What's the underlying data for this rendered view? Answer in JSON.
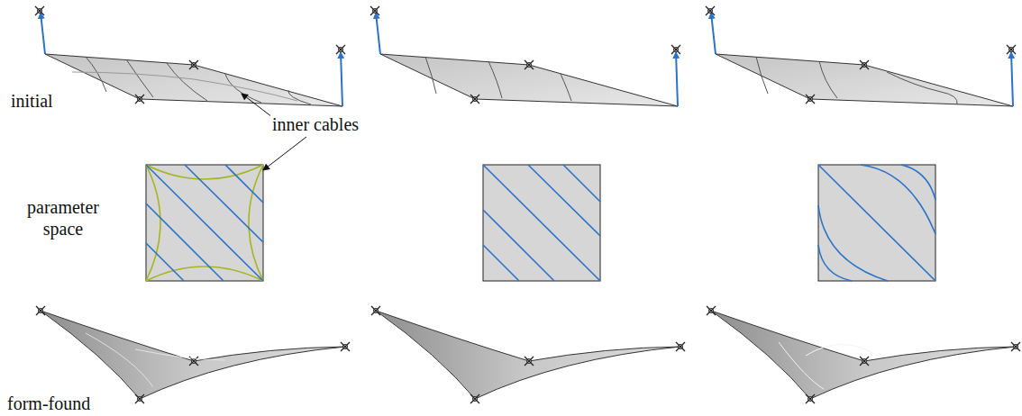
{
  "diagram": {
    "labels": [
      "initial",
      "inner cables",
      "parameter space",
      "form-found"
    ]
  }
}
